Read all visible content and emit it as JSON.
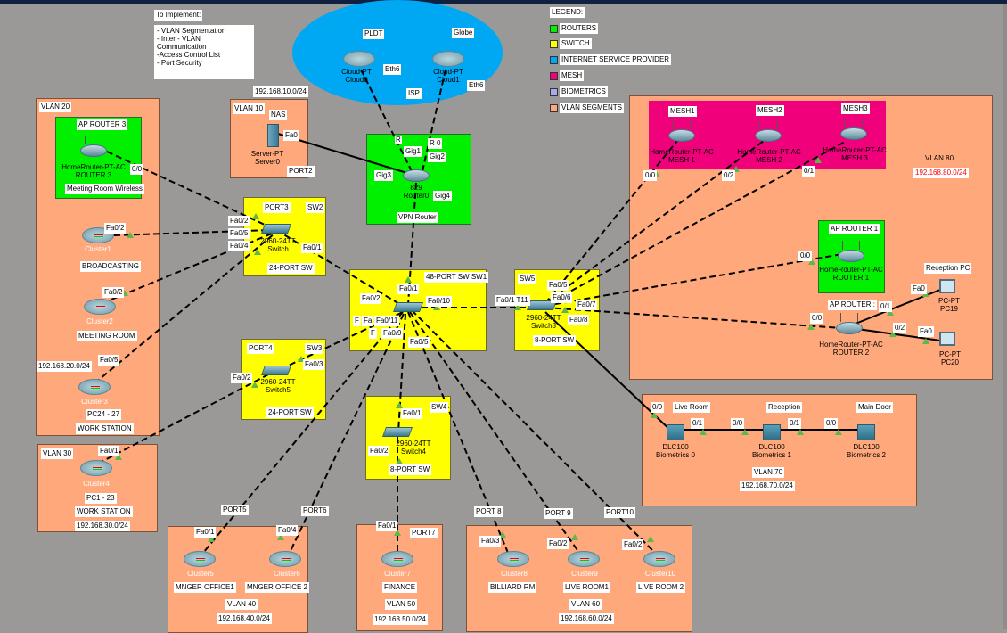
{
  "todo": {
    "title": "To Implement:",
    "items": [
      "- VLAN Segmentation",
      "- Inter - VLAN Communication",
      "-Access Control List",
      "- Port Security"
    ]
  },
  "legend": {
    "title": "LEGEND:",
    "items": [
      {
        "label": "ROUTERS",
        "color": "#00f000"
      },
      {
        "label": "SWITCH",
        "color": "#ffff00"
      },
      {
        "label": "INTERNET SERVICE PROVIDER",
        "color": "#00a8f3"
      },
      {
        "label": "MESH",
        "color": "#f0007a"
      },
      {
        "label": "BIOMETRICS",
        "color": "#a8a8f0"
      },
      {
        "label": "VLAN SEGMENTS",
        "color": "#ffa87c"
      }
    ]
  },
  "isp": {
    "label": "ISP",
    "pldt": "PLDT",
    "globe": "Globe",
    "cloud0": "Cloud-PT\nCloud0",
    "cloud1": "Cloud-PT\nCloud1",
    "eth0": "Eth6",
    "eth1": "Eth6"
  },
  "vlan10": {
    "subnet": "192.168.10.0/24",
    "name": "VLAN 10",
    "nas": "NAS",
    "server": "Server-PT\nServer0",
    "port_fa": "Fa0",
    "port": "PORT2"
  },
  "router0": {
    "r": "R",
    "gig1": "Gig1",
    "r0": "R 0",
    "gig2": "Gig2",
    "gig3": "Gig3",
    "caption": "829\nRouter0",
    "gig4": "Gig4",
    "label": "VPN Router"
  },
  "vlan20": {
    "name": "VLAN 20",
    "ap": "AP ROUTER 3",
    "router": "HomeRouter-PT-AC\nROUTER 3",
    "port": "0/0",
    "ap_desc": "Meeting Room Wireless",
    "c1_port": "Fa0/2",
    "c1": "Cluster1",
    "c1_label": "BROADCASTING",
    "c2_port": "Fa0/2",
    "c2": "Cluster2",
    "c2_label": "MEETING ROOM",
    "subnet": "192.168.20.0/24",
    "c3_port": "Fa0/5",
    "c3": "Cluster3",
    "c3_range": "PC24 - 27",
    "c3_label": "WORK STATION"
  },
  "vlan30": {
    "name": "VLAN 30",
    "port": "Fa0/1",
    "cluster": "Cluster4",
    "range": "PC1 - 23",
    "label": "WORK STATION",
    "subnet": "192.168.30.0/24"
  },
  "sw2": {
    "port": "PORT3",
    "name": "SW2",
    "p1": "Fa0/2",
    "p2": "Fa0/5",
    "p3": "Fa0/4",
    "caption": "2960-24TT\nSwitch",
    "p4": "Fa0/1",
    "type": "24-PORT SW"
  },
  "sw3": {
    "port": "PORT4",
    "name": "SW3",
    "p1": "Fa0/3",
    "p2": "Fa0/2",
    "caption": "2960-24TT\nSwitch5",
    "type": "24-PORT SW"
  },
  "sw1": {
    "title": "48-PORT SW SW1",
    "p1": "Fa0/1",
    "p2": "Fa0/2",
    "p3": "Fa0/10",
    "p4": "F",
    "p5": "Fa",
    "p6": "Fa0/11",
    "p7": "F",
    "p8": "Fa0/9",
    "p9": "Fa0/5"
  },
  "sw5": {
    "name": "SW5",
    "p1": "Fa0/5",
    "p2": "Fa0/6",
    "p3": "Fa0/1 T11",
    "p4": "Fa0/7",
    "caption": "2960-24TT\nSwitch8",
    "p5": "Fa0/8",
    "type": "8-PORT SW"
  },
  "sw4": {
    "name": "SW4",
    "p1": "Fa0/1",
    "caption": "2960-24TT\nSwitch4",
    "p2": "Fa0/2",
    "type": "8-PORT SW"
  },
  "vlan40": {
    "port5": "PORT5",
    "port6": "PORT6",
    "p1": "Fa0/1",
    "p2": "Fa0/4",
    "c5": "Cluster5",
    "c6": "Cluster6",
    "l5": "MNGER OFFICE1",
    "l6": "MNGER OFFICE 2",
    "name": "VLAN 40",
    "subnet": "192.168.40.0/24"
  },
  "vlan50": {
    "p1": "Fa0/1",
    "port": "PORT7",
    "c7": "Cluster7",
    "label": "FINANCE",
    "name": "VLAN 50",
    "subnet": "192.168.50.0/24"
  },
  "vlan60": {
    "port8": "PORT 8",
    "port9": "PORT 9",
    "port10": "PORT10",
    "p8": "Fa0/3",
    "p9": "Fa0/2",
    "p10": "Fa0/2",
    "c8": "Cluster8",
    "c9": "Cluster9",
    "c10": "Cluster10",
    "l8": "BILLIARD RM",
    "l9": "LIVE ROOM1",
    "l10": "LIVE ROOM 2",
    "name": "VLAN 60",
    "subnet": "192.168.60.0/24"
  },
  "vlan80": {
    "m1p": "0/0",
    "m2p": "0/2",
    "m3p": "0/1",
    "m1": "MESH1",
    "m2": "MESH2",
    "m3": "MESH3",
    "m1c": "HomeRouter-PT-AC\nMESH 1",
    "m2c": "HomeRouter-PT-AC\nMESH 2",
    "m3c": "HomeRouter-PT-AC\nMESH 3",
    "name": "VLAN 80",
    "subnet": "192.168.80.0/24",
    "subnet_color": "#ff0000",
    "ap1": "AP ROUTER 1",
    "ap1p": "0/0",
    "r1c": "HomeRouter-PT-AC\nROUTER 1",
    "recpc": "Reception PC",
    "pc19p": "Fa0",
    "ap2": "AP ROUTER :",
    "r2p1": "0/1",
    "r2p0": "0/0",
    "r2p2": "0/2",
    "pc20p": "Fa0",
    "r2c": "HomeRouter-PT-AC\nROUTER 2",
    "pc19": "PC-PT\nPC19",
    "pc20": "PC-PT\nPC20"
  },
  "vlan70": {
    "b0p0": "0/0",
    "live": "Live Room",
    "b0p1": "0/1",
    "b1p0": "0/0",
    "reception": "Reception",
    "b1p1": "0/1",
    "b2p0": "0/0",
    "door": "Main Door",
    "b0": "DLC100\nBiometrics 0",
    "b1": "DLC100\nBiometrics 1",
    "b2": "DLC100\nBiometrics 2",
    "name": "VLAN 70",
    "subnet": "192.168.70.0/24"
  }
}
